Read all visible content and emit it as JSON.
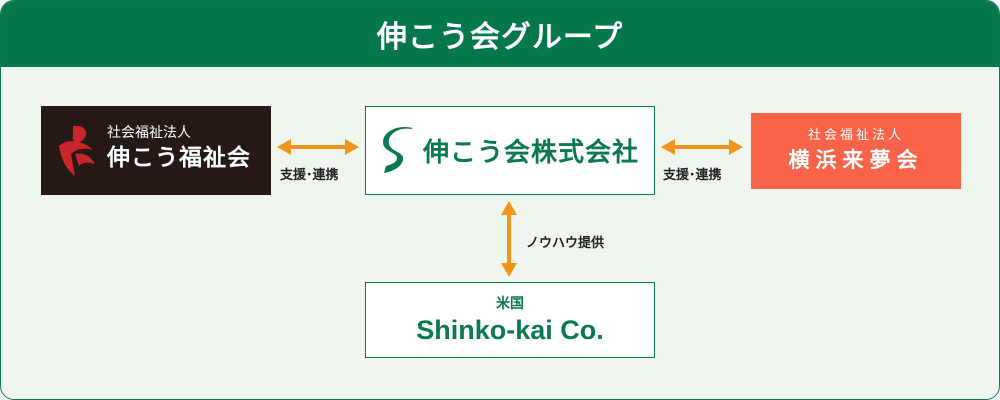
{
  "header": {
    "title": "伸こう会グループ"
  },
  "welfare": {
    "sub": "社会福祉法人",
    "main": "伸こう福祉会"
  },
  "center": {
    "name": "伸こう会株式会社"
  },
  "yokohama": {
    "sub": "社会福祉法人",
    "main": "横浜来夢会"
  },
  "us": {
    "sub": "米国",
    "main": "Shinko-kai Co."
  },
  "labels": {
    "left_link": "支援･連携",
    "right_link": "支援･連携",
    "down_link": "ノウハウ提供"
  },
  "colors": {
    "brand_green": "#05774d",
    "arrow_orange": "#f39419",
    "yokohama_orange": "#f9634a",
    "welfare_dark": "#241915",
    "logo_red": "#c8242b"
  },
  "icons": {
    "welfare_logo": "red-stylized-figure-icon",
    "company_logo": "green-s-logo-icon"
  }
}
